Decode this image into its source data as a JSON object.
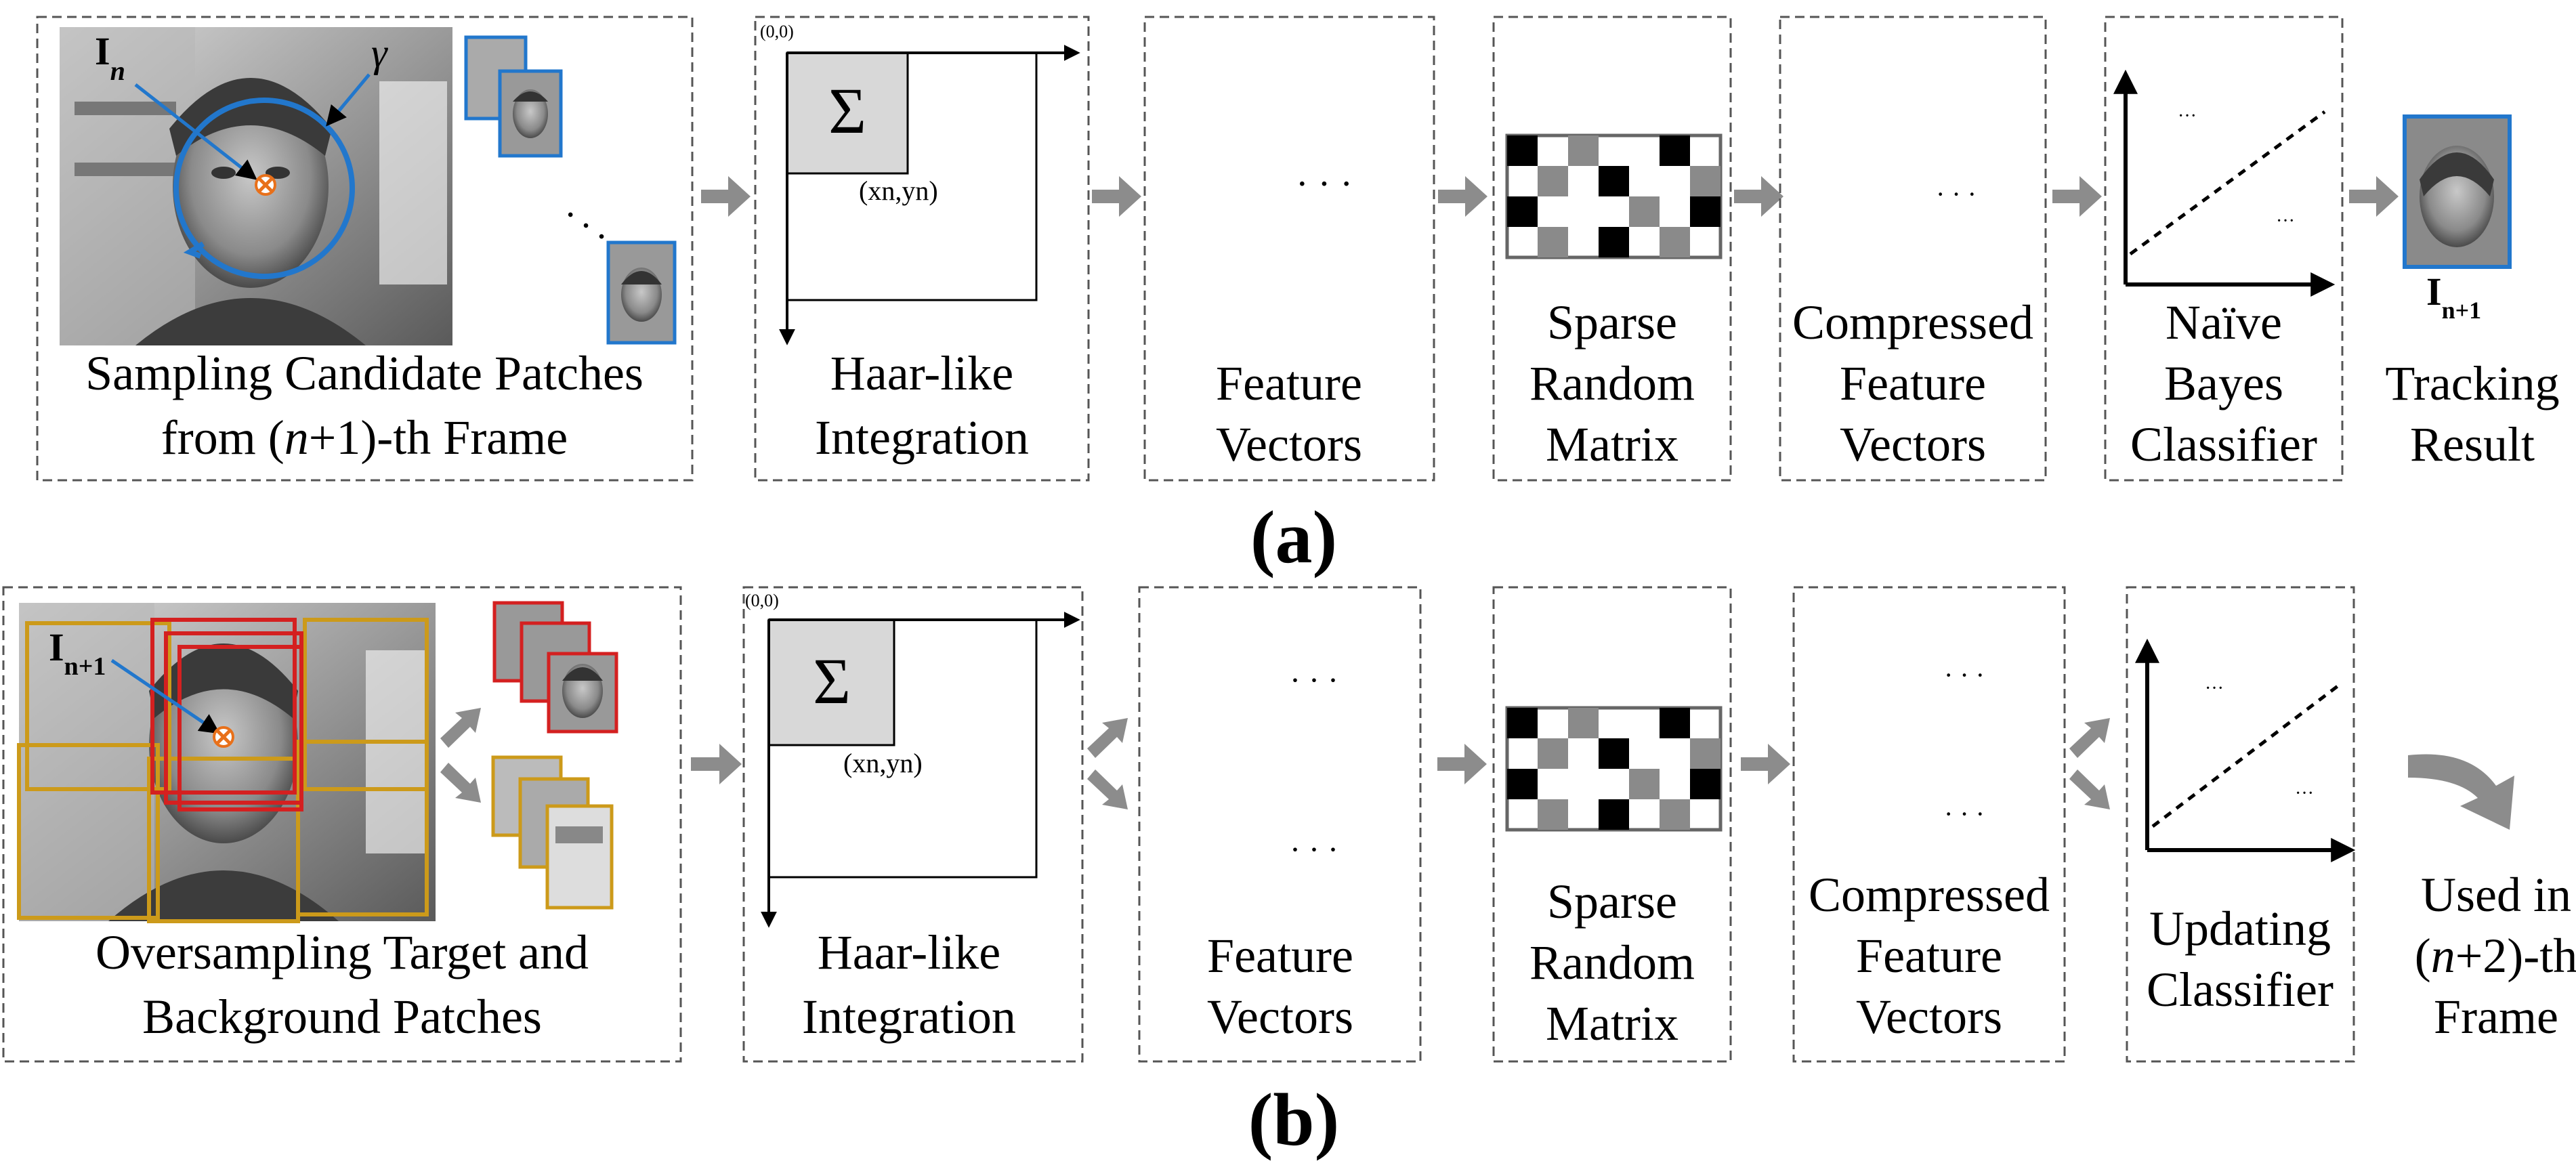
{
  "colors": {
    "feature_blue": "#1a73c9",
    "feature_red": "#e01010",
    "feature_gold": "#cf9612",
    "arrow_gray": "#8c8c8c",
    "box_border": "#555555",
    "patch_blue": "#2277cc",
    "patch_red": "#d42020",
    "patch_gold": "#cc9a1a",
    "marker_orange": "#e8701a"
  },
  "rows": {
    "a": {
      "sublabel": "(a)",
      "sampling": {
        "caption_l1": "Sampling Candidate Patches",
        "caption_l2_pre": "from (",
        "caption_l2_var": "n",
        "caption_l2_post": "+1)-th Frame",
        "frame_label_main": "I",
        "frame_label_sub": "n",
        "radius_label": "γ"
      },
      "haar": {
        "origin": "(0,0)",
        "sigma": "Σ",
        "point": "(xn,yn)",
        "caption_l1": "Haar-like",
        "caption_l2": "Integration"
      },
      "features": {
        "caption_l1": "Feature",
        "caption_l2": "Vectors",
        "ellipsis": "· · ·"
      },
      "matrix": {
        "caption_l1": "Sparse",
        "caption_l2": "Random",
        "caption_l3": "Matrix"
      },
      "compressed": {
        "caption_l1": "Compressed",
        "caption_l2": "Feature",
        "caption_l3": "Vectors",
        "ellipsis": "· · ·"
      },
      "classifier": {
        "caption_l1": "Naïve",
        "caption_l2": "Bayes",
        "caption_l3": "Classifier",
        "ellipsis": "···"
      },
      "result": {
        "label_main": "I",
        "label_sub": "n+1",
        "caption_l1": "Tracking",
        "caption_l2": "Result"
      }
    },
    "b": {
      "sublabel": "(b)",
      "sampling": {
        "caption_l1": "Oversampling Target and",
        "caption_l2": "Background Patches",
        "frame_label_main": "I",
        "frame_label_sub": "n+1"
      },
      "haar": {
        "origin": "(0,0)",
        "sigma": "Σ",
        "point": "(xn,yn)",
        "caption_l1": "Haar-like",
        "caption_l2": "Integration"
      },
      "features": {
        "caption_l1": "Feature",
        "caption_l2": "Vectors",
        "ellipsis": "· · ·"
      },
      "matrix": {
        "caption_l1": "Sparse",
        "caption_l2": "Random",
        "caption_l3": "Matrix"
      },
      "compressed": {
        "caption_l1": "Compressed",
        "caption_l2": "Feature",
        "caption_l3": "Vectors",
        "ellipsis": "· · ·"
      },
      "classifier": {
        "caption_l1": "Updating",
        "caption_l2": "Classifier",
        "ellipsis": "···"
      },
      "result": {
        "caption_l1": "Used in",
        "caption_l2_pre": "(",
        "caption_l2_var": "n",
        "caption_l2_post": "+2)-th",
        "caption_l3": "Frame"
      }
    }
  },
  "sparse_matrix": {
    "rows": 4,
    "cols": 7,
    "cells": [
      [
        1,
        0,
        2,
        0,
        0,
        1,
        0
      ],
      [
        0,
        2,
        0,
        1,
        0,
        0,
        2
      ],
      [
        1,
        0,
        0,
        0,
        2,
        0,
        1
      ],
      [
        0,
        2,
        0,
        1,
        0,
        2,
        0
      ]
    ]
  }
}
